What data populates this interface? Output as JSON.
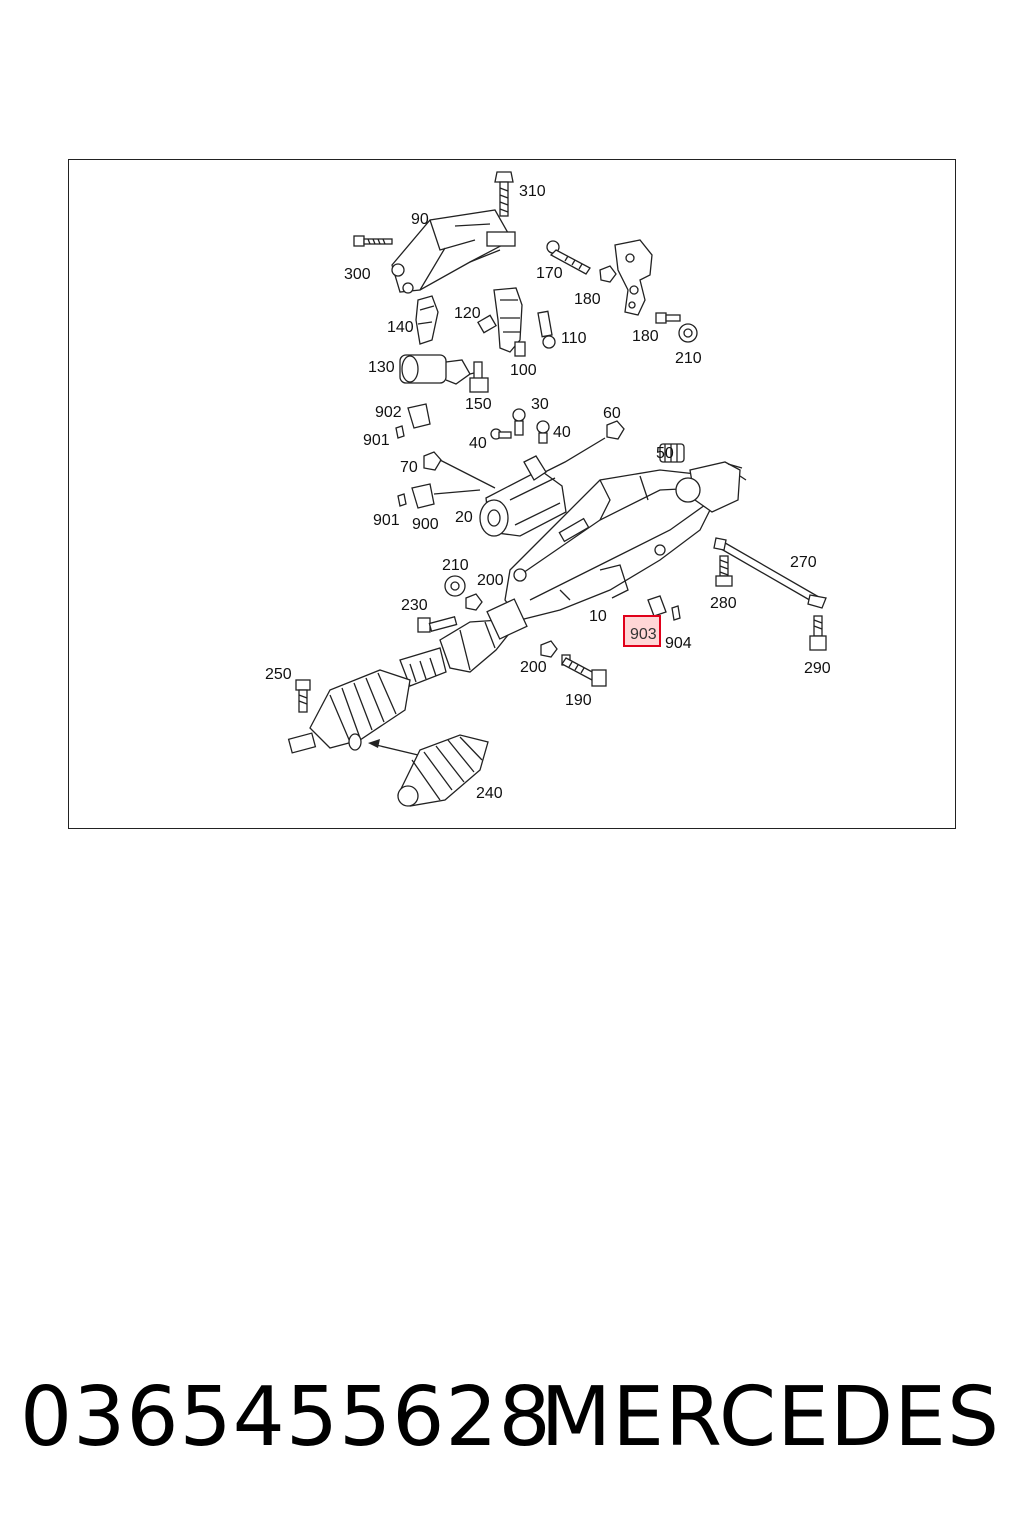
{
  "diagram": {
    "labels": {
      "p310": "310",
      "p90": "90",
      "p300": "300",
      "p170": "170",
      "p180a": "180",
      "p140": "140",
      "p120": "120",
      "p110": "110",
      "p180b": "180",
      "p210a": "210",
      "p130": "130",
      "p100": "100",
      "p150": "150",
      "p30": "30",
      "p60": "60",
      "p902": "902",
      "p901a": "901",
      "p40a": "40",
      "p40b": "40",
      "p50": "50",
      "p70": "70",
      "p901b": "901",
      "p900": "900",
      "p20": "20",
      "p270": "270",
      "p210b": "210",
      "p200a": "200",
      "p230": "230",
      "p10": "10",
      "p903": "903",
      "p904": "904",
      "p280": "280",
      "p290": "290",
      "p250": "250",
      "p200b": "200",
      "p190": "190",
      "p240": "240"
    },
    "highlighted_part": "903",
    "highlight_color": "#e0001a"
  },
  "footer": {
    "part_number": "0365455628",
    "brand": "MERCEDES"
  }
}
